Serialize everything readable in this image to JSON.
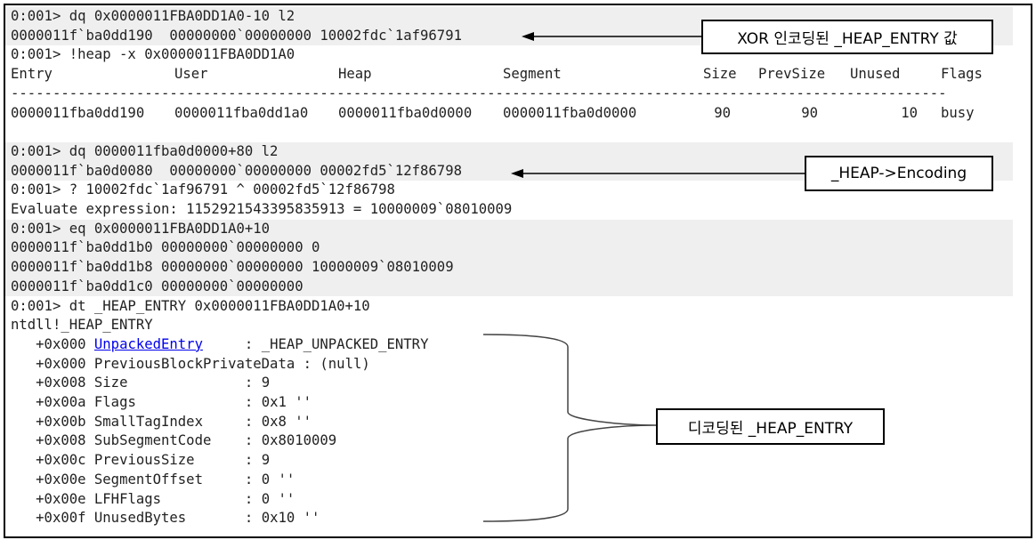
{
  "console": {
    "lines": [
      {
        "text": "0:001> dq 0x0000011FBA0DD1A0-10 l2",
        "highlighted": true
      },
      {
        "text": "0000011f`ba0dd190  00000000`00000000 10002fdc`1af96791",
        "highlighted": true
      },
      {
        "text": "0:001> !heap -x 0x0000011FBA0DD1A0",
        "highlighted": false
      }
    ],
    "heap_table": {
      "headers": [
        "Entry",
        "User",
        "Heap",
        "Segment",
        "Size",
        "PrevSize",
        "Unused",
        "Flags"
      ],
      "separator": "----------------------------------------------------------------------------------------------------------------",
      "rows": [
        [
          "0000011fba0dd190",
          "0000011fba0dd1a0",
          "0000011fba0d0000",
          "0000011fba0d0000",
          "90",
          "90",
          "10",
          "busy"
        ]
      ]
    },
    "lines2": [
      {
        "text": "",
        "highlighted": false
      },
      {
        "text": "0:001> dq 0000011fba0d0000+80 l2",
        "highlighted": true
      },
      {
        "text": "0000011f`ba0d0080  00000000`00000000 00002fd5`12f86798",
        "highlighted": true
      },
      {
        "text": "0:001> ? 10002fdc`1af96791 ^ 00002fd5`12f86798",
        "highlighted": false
      },
      {
        "text": "Evaluate expression: 1152921543395835913 = 10000009`08010009",
        "highlighted": false
      },
      {
        "text": "0:001> eq 0x0000011FBA0DD1A0+10",
        "highlighted": true
      },
      {
        "text": "0000011f`ba0dd1b0 00000000`00000000 0",
        "highlighted": true
      },
      {
        "text": "0000011f`ba0dd1b8 00000000`00000000 10000009`08010009",
        "highlighted": true
      },
      {
        "text": "0000011f`ba0dd1c0 00000000`00000000",
        "highlighted": true
      },
      {
        "text": "0:001> dt _HEAP_ENTRY 0x0000011FBA0DD1A0+10",
        "highlighted": false
      },
      {
        "text": "ntdll!_HEAP_ENTRY",
        "highlighted": false
      }
    ],
    "fields": [
      {
        "offset": "+0x000",
        "name": "UnpackedEntry",
        "value": "_HEAP_UNPACKED_ENTRY",
        "link": true
      },
      {
        "offset": "+0x000",
        "name": "PreviousBlockPrivateData",
        "value": "(null)",
        "link": false
      },
      {
        "offset": "+0x008",
        "name": "Size",
        "value": "9",
        "link": false
      },
      {
        "offset": "+0x00a",
        "name": "Flags",
        "value": "0x1 ''",
        "link": false
      },
      {
        "offset": "+0x00b",
        "name": "SmallTagIndex",
        "value": "0x8 ''",
        "link": false
      },
      {
        "offset": "+0x008",
        "name": "SubSegmentCode",
        "value": "0x8010009",
        "link": false
      },
      {
        "offset": "+0x00c",
        "name": "PreviousSize",
        "value": "9",
        "link": false
      },
      {
        "offset": "+0x00e",
        "name": "SegmentOffset",
        "value": "0 ''",
        "link": false
      },
      {
        "offset": "+0x00e",
        "name": "LFHFlags",
        "value": "0 ''",
        "link": false
      },
      {
        "offset": "+0x00f",
        "name": "UnusedBytes",
        "value": "0x10 ''",
        "link": false
      }
    ]
  },
  "annotations": {
    "xor_encoded": "XOR 인코딩된 _HEAP_ENTRY 값",
    "heap_encoding": "_HEAP->Encoding",
    "decoded": "디코딩된 _HEAP_ENTRY"
  },
  "colors": {
    "highlight": "#efefef",
    "link": "#0000ee"
  }
}
